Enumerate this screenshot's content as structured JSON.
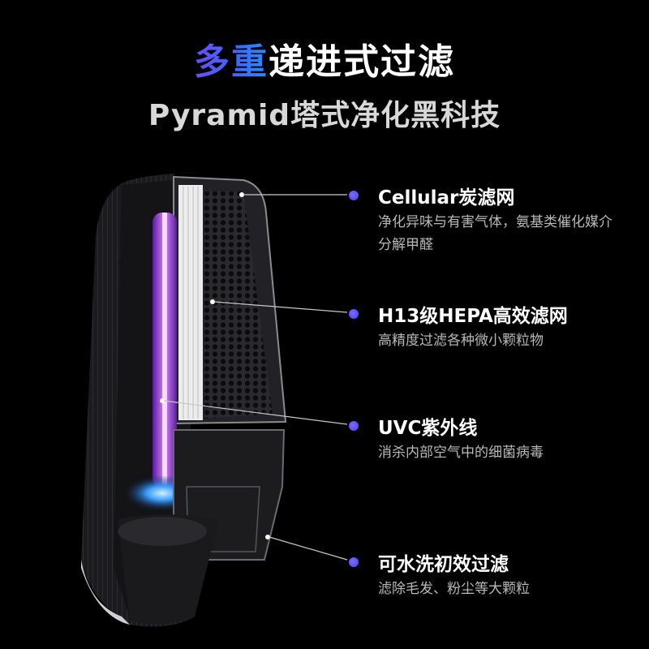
{
  "header": {
    "title_accent": "多重",
    "title_rest": "递进式过滤",
    "subtitle": "Pyramid塔式净化黑科技"
  },
  "features": [
    {
      "title": "Cellular炭滤网",
      "desc": "净化异味与有害气体，氨基类催化媒介分解甲醛"
    },
    {
      "title": "H13级HEPA高效滤网",
      "desc": "高精度过滤各种微小颗粒物"
    },
    {
      "title": "UVC紫外线",
      "desc": "消杀内部空气中的细菌病毒"
    },
    {
      "title": "可水洗初效过滤",
      "desc": "滤除毛发、粉尘等大颗粒"
    }
  ],
  "colors": {
    "background": "#000000",
    "accent_purple": "#5b4cff",
    "uvc_glow": "#b04cff",
    "text_primary": "#ffffff",
    "text_secondary": "#b8b8b8"
  }
}
